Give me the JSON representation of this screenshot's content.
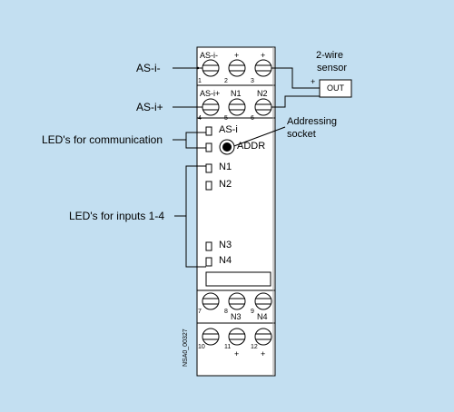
{
  "labels": {
    "as_minus": "AS-i-",
    "as_plus": "AS-i+",
    "leds_comm": "LED's for communication",
    "leds_inputs": "LED's for inputs 1-4",
    "sensor_line1": "2-wire",
    "sensor_line2": "sensor",
    "out": "OUT",
    "sensor_plus": "+",
    "addressing_line1": "Addressing",
    "addressing_line2": "socket",
    "doc_code": "NSA0_00327"
  },
  "top_terminals": [
    {
      "label": "AS-i-",
      "number": "1"
    },
    {
      "label": "+",
      "number": "2"
    },
    {
      "label": "+",
      "number": "3"
    },
    {
      "label": "AS-i+",
      "number": "4"
    },
    {
      "label": "N1",
      "number": "5"
    },
    {
      "label": "N2",
      "number": "6"
    }
  ],
  "leds": {
    "as_i": "AS-i",
    "addr": "ADDR",
    "n1": "N1",
    "n2": "N2",
    "n3": "N3",
    "n4": "N4"
  },
  "bottom_terminals": [
    {
      "number": "7",
      "label": ""
    },
    {
      "number": "8",
      "label": "N3"
    },
    {
      "number": "9",
      "label": "N4"
    },
    {
      "number": "10",
      "label": ""
    },
    {
      "number": "11",
      "label": "+"
    },
    {
      "number": "12",
      "label": "+"
    }
  ],
  "colors": {
    "background": "#c3dff1",
    "module": "#ffffff",
    "line": "#000000"
  }
}
